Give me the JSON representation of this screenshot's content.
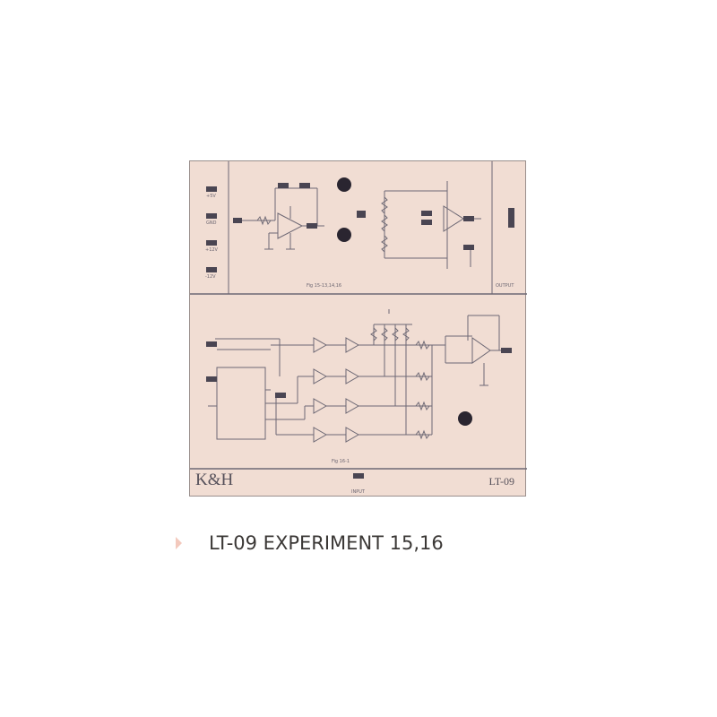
{
  "caption": {
    "marker_icon": "triangle-right-icon",
    "text": "LT-09 EXPERIMENT 15,16"
  },
  "board": {
    "brand": "K&H",
    "model": "LT-09",
    "top_panel": {
      "figure_label": "Fig 15-13,14,16",
      "power_labels": [
        "+5V",
        "GND",
        "+12V",
        "-12V"
      ],
      "output_label": "OUTPUT"
    },
    "bottom_panel": {
      "figure_label": "Fig 16-1",
      "input_label": "INPUT"
    },
    "colors": {
      "panel": "#f1ddd3",
      "trace": "#6d6874",
      "jack": "#2a2530",
      "caption": "#3b3836",
      "marker": "#f3c9bd"
    }
  }
}
